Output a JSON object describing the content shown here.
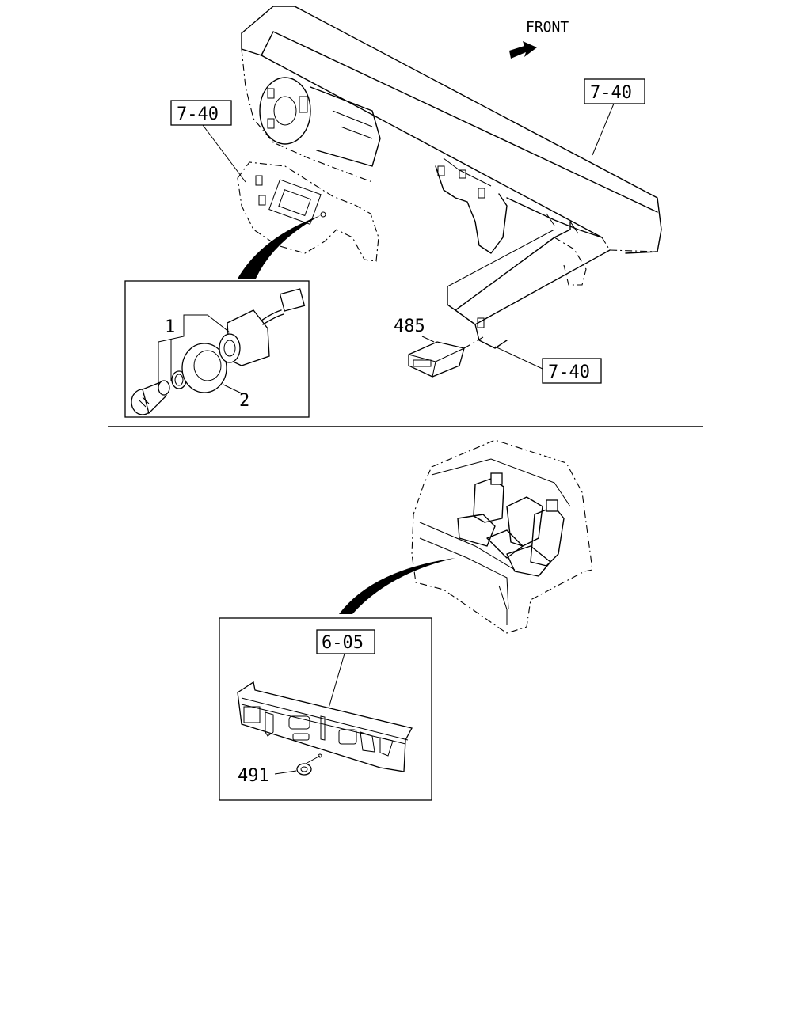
{
  "labels": {
    "front": "FRONT",
    "ref_top_left": "7-40",
    "ref_top_right": "7-40",
    "ref_mid_right": "7-40",
    "ref_lower": "6-05",
    "part_1": "1",
    "part_2": "2",
    "part_485": "485",
    "part_491": "491"
  }
}
